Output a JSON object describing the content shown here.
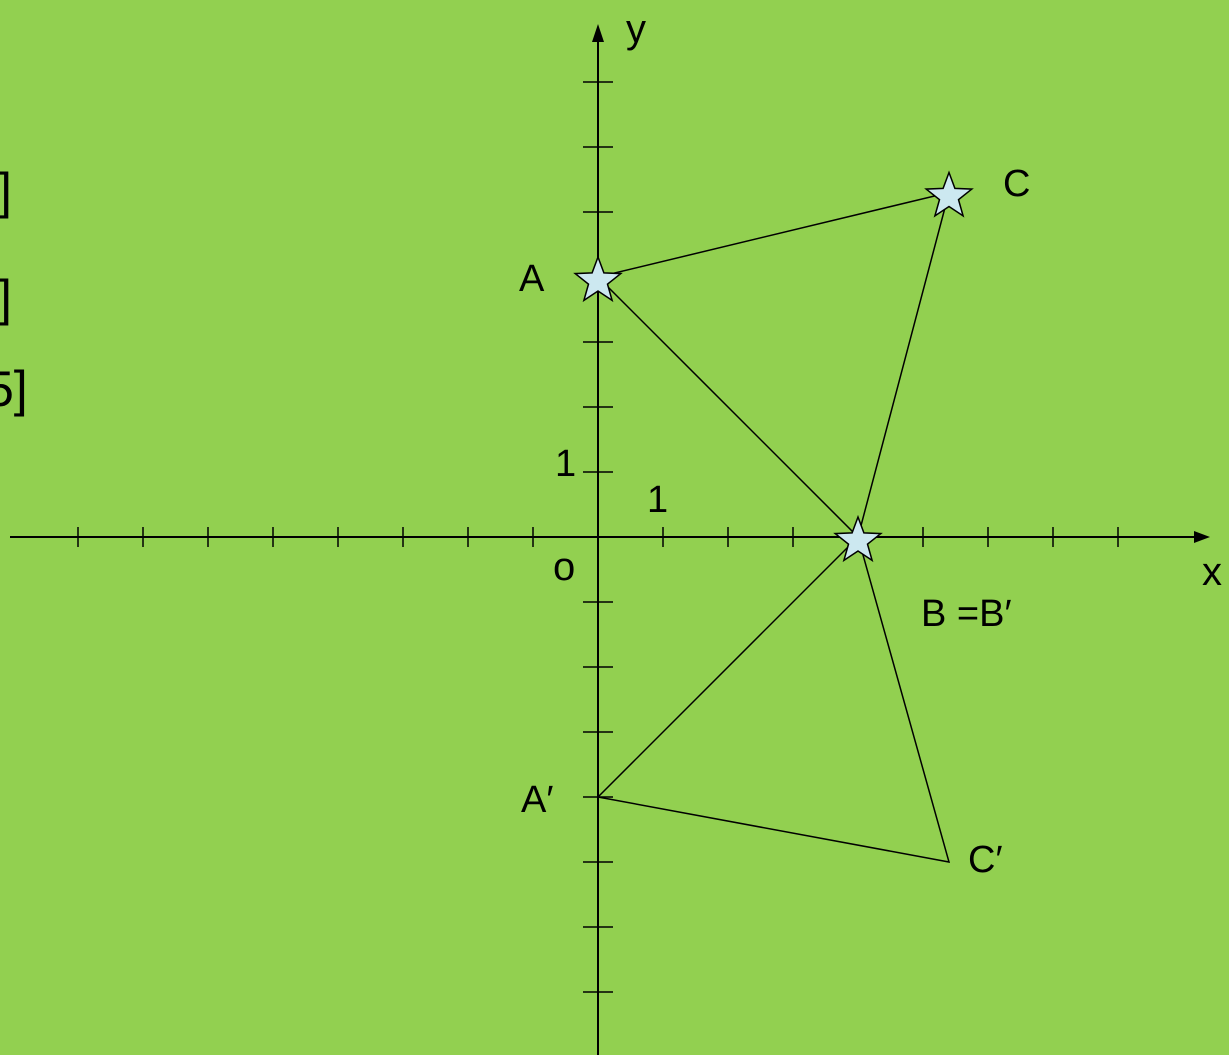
{
  "background_color": "#92d050",
  "star_color": "#cce8f0",
  "bracket_fragments": [
    "]",
    "]",
    "5]"
  ],
  "axes": {
    "x_label": "x",
    "y_label": "y",
    "origin_label": "o",
    "x_unit_label": "1",
    "y_unit_label": "1"
  },
  "points": {
    "A": {
      "label": "A",
      "x": 0,
      "y": 4
    },
    "B": {
      "label": "B =B′",
      "x": 4,
      "y": 0
    },
    "C": {
      "label": "C",
      "x": 5.4,
      "y": 5.3
    },
    "A_prime": {
      "label": "A′",
      "x": 0,
      "y": -4
    },
    "C_prime": {
      "label": "C′",
      "x": 5.4,
      "y": -5
    }
  }
}
